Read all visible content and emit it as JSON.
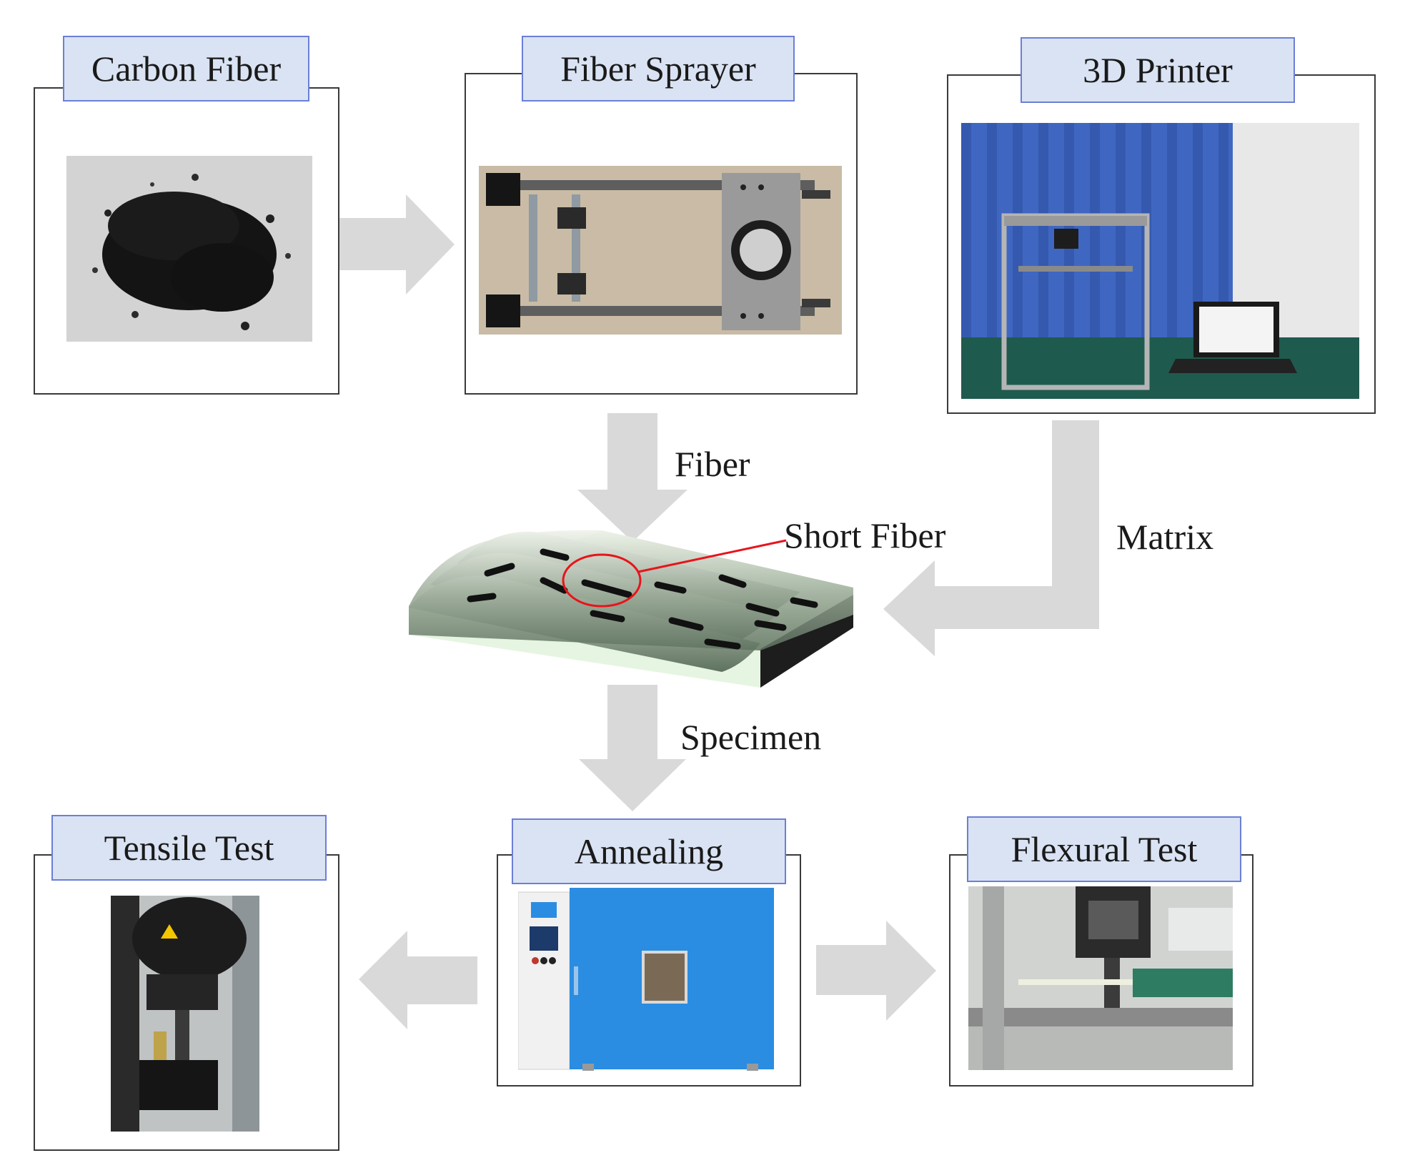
{
  "stages": {
    "carbon_fiber": "Carbon Fiber",
    "fiber_sprayer": "Fiber Sprayer",
    "printer": "3D Printer",
    "tensile_test": "Tensile Test",
    "annealing": "Annealing",
    "flexural_test": "Flexural Test"
  },
  "flow_labels": {
    "fiber": "Fiber",
    "short_fiber": "Short Fiber",
    "matrix": "Matrix",
    "specimen": "Specimen"
  },
  "colors": {
    "tab_fill": "#dae3f3",
    "tab_border": "#6b7fd6",
    "arrow": "#d9d9d9",
    "highlight": "#e8141a"
  },
  "icons": [
    "carbon-powder-photo",
    "sprayer-photo",
    "printer-photo",
    "specimen-illustration",
    "tensile-photo",
    "oven-photo",
    "flexural-photo"
  ]
}
